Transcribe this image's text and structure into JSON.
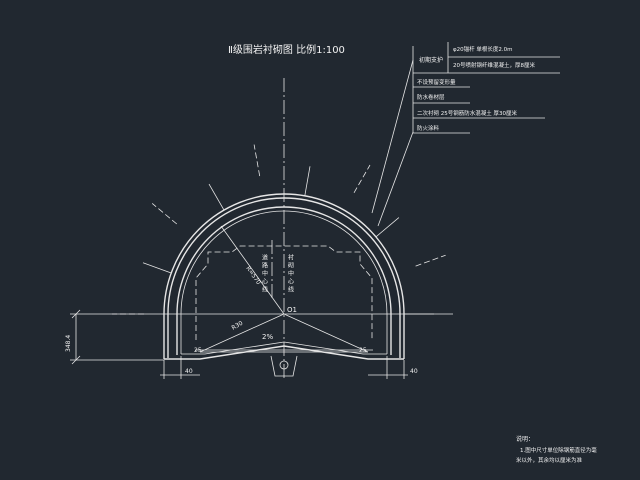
{
  "title": "Ⅱ级围岩衬砌图  比例1:100",
  "legend": {
    "initial_support_label": "初期支护",
    "initial_support_items": [
      "φ20锚杆  单根长度2.0m",
      "20号喷射钢纤维混凝土，厚8厘米"
    ],
    "layers": [
      "不设预留变形量",
      "防水卷材层",
      "二次衬砌  25号钢筋防水混凝土  厚30厘米",
      "防火涂料"
    ]
  },
  "annotations": {
    "radius": "R=570",
    "road_center_vertical": "道路中心线",
    "tunnel_center_vertical": "衬砌中心线",
    "center_point": "O1",
    "slope": "2%",
    "rise_angle": "R30",
    "bottom_left_corner": "25",
    "bottom_right_corner": "25"
  },
  "dimensions": {
    "left_height": "348.4",
    "left_width": "40",
    "right_width": "40"
  },
  "notes": {
    "heading": "说明：",
    "lines": [
      "1.图中尺寸单位除钢筋直径为毫",
      "米以外，其余均以厘米为准"
    ]
  },
  "colors": {
    "background": "#212830",
    "line": "#e6e6e6",
    "text": "#f2f2f2"
  }
}
